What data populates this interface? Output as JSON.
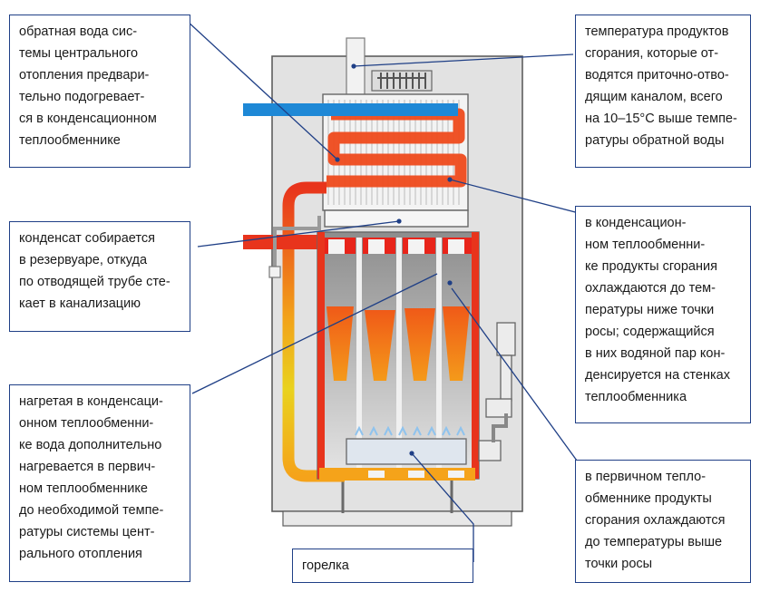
{
  "callouts": {
    "return_water": "обратная вода сис-\nтемы центрального\nотопления предвари-\nтельно подогревает-\nся в конденсационном\nтеплообменнике",
    "flue_temperature": "температура продуктов\nсгорания, которые от-\nводятся приточно-отво-\nдящим каналом, всего\nна 10–15°С выше темпе-\nратуры обратной воды",
    "condensate": "конденсат собирается\nв резервуаре, откуда\nпо отводящей трубе сте-\nкает в канализацию",
    "condensing_exchanger": "в конденсацион-\nном теплообменни-\nке продукты сгорания\nохлаждаются до тем-\nпературы ниже точки\nросы; содержащийся\nв них водяной пар кон-\nденсируется на стенках\nтеплообменника",
    "heated_water": "нагретая в конденсаци-\nонном теплообменни-\nке вода дополнительно\nнагревается в первич-\nном теплообменнике\nдо необходимой темпе-\nратуры системы цент-\nрального отопления",
    "primary_exchanger": "в первичном тепло-\nобменнике продукты\nсгорания охлаждаются\nдо температуры выше\nточки росы",
    "burner": "горелка"
  },
  "colors": {
    "leader_line": "#1f3f86",
    "box_border": "#1f3f86",
    "cold_water": "#1e88d6",
    "hot_water": "#e8341c",
    "warm_water": "#f2a21a",
    "heat_exchanger": "#f06a1a",
    "boiler_panel": "#e2e2e2",
    "chamber": "#9a9a9a",
    "burner_flame": "#8fc3ee"
  }
}
